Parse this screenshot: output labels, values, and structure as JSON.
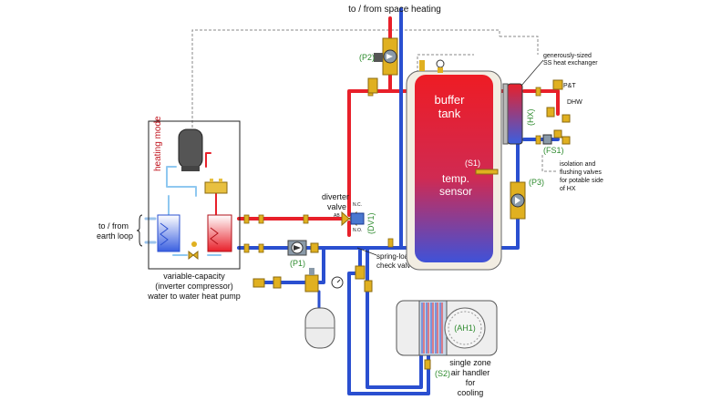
{
  "diagram": {
    "top_label": "to / from space heating",
    "heating_mode": "heating mode",
    "earth_loop": [
      "to / from",
      "earth loop"
    ],
    "heat_pump": [
      "variable-capacity",
      "(inverter compressor)",
      "water to water heat pump"
    ],
    "diverter": [
      "diverter",
      "valve"
    ],
    "diverter_ports": {
      "ab": "AB",
      "nc": "N.C.",
      "no": "N.O."
    },
    "dv1": "(DV1)",
    "p1": "(P1)",
    "p2": "(P2)",
    "p3": "(P3)",
    "s1": "(S1)",
    "s2": "(S2)",
    "hx": "(HX)",
    "fs1": "(FS1)",
    "ah1": "(AH1)",
    "buffer_tank": [
      "buffer",
      "tank"
    ],
    "temp_sensor": [
      "temp.",
      "sensor"
    ],
    "check_valves": [
      "spring-loaded",
      "check valves"
    ],
    "hx_note": [
      "generously-sized",
      "SS heat exchanger"
    ],
    "pt": "P&T",
    "dhw": "DHW",
    "iso_note": [
      "isolation and",
      "flushing valves",
      "for potable side",
      "of HX"
    ],
    "air_handler": [
      "single zone",
      "air handler",
      "for",
      "cooling"
    ]
  },
  "colors": {
    "hot": "#e8202a",
    "cold": "#2a4fd0",
    "brass": "#e0b020"
  }
}
